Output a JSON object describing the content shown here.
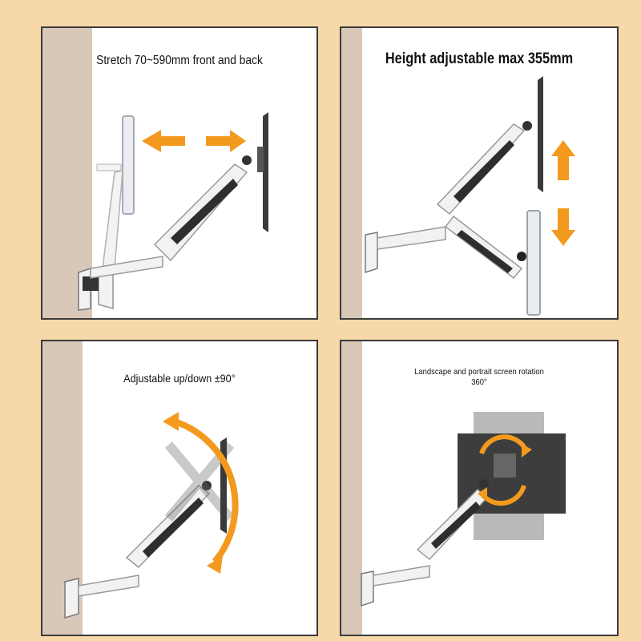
{
  "panels": [
    {
      "caption": "Stretch 70~590mm front and back"
    },
    {
      "caption": "Height adjustable max 355mm"
    },
    {
      "caption": "Adjustable up/down ±90°"
    },
    {
      "caption_line1": "Landscape and portrait screen rotation",
      "caption_line2": "360°"
    }
  ],
  "colors": {
    "background": "#f7d8a8",
    "wall": "#d9c8b8",
    "arrow": "#f39a1e",
    "arm": "#f2f2f2",
    "monitor_back": "#3a3a3a",
    "monitor_screen": "#e9ecf0"
  }
}
